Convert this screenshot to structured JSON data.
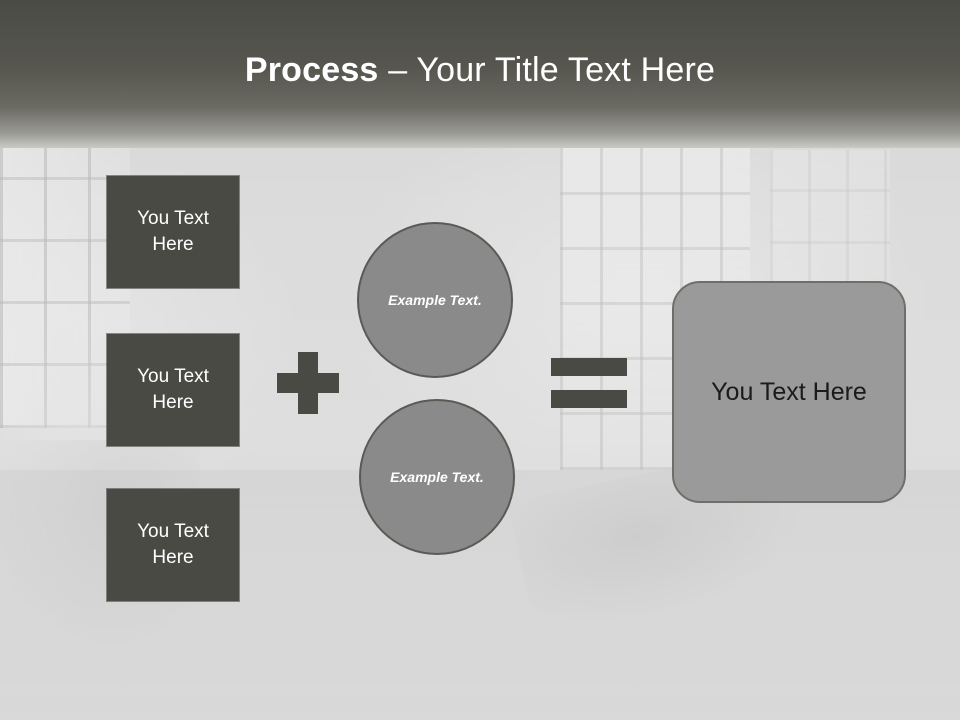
{
  "slide": {
    "title": {
      "bold_part": "Process",
      "rest": " – Your Title Text Here"
    },
    "colors": {
      "title_band_dark": "#4b4b46",
      "box_fill": "#4a4a44",
      "circle_fill": "#8a8a8a",
      "result_fill": "#9a9a9a",
      "text_light": "#ffffff",
      "text_dark": "#1b1b1b"
    },
    "diagram": {
      "input_boxes": [
        {
          "label": "You Text Here"
        },
        {
          "label": "You Text Here"
        },
        {
          "label": "You Text Here"
        }
      ],
      "plus_operator": "plus-operator",
      "circles": [
        {
          "label": "Example Text."
        },
        {
          "label": "Example Text."
        }
      ],
      "equals_operator": "equals-operator",
      "result": {
        "label": "You Text Here"
      }
    }
  }
}
